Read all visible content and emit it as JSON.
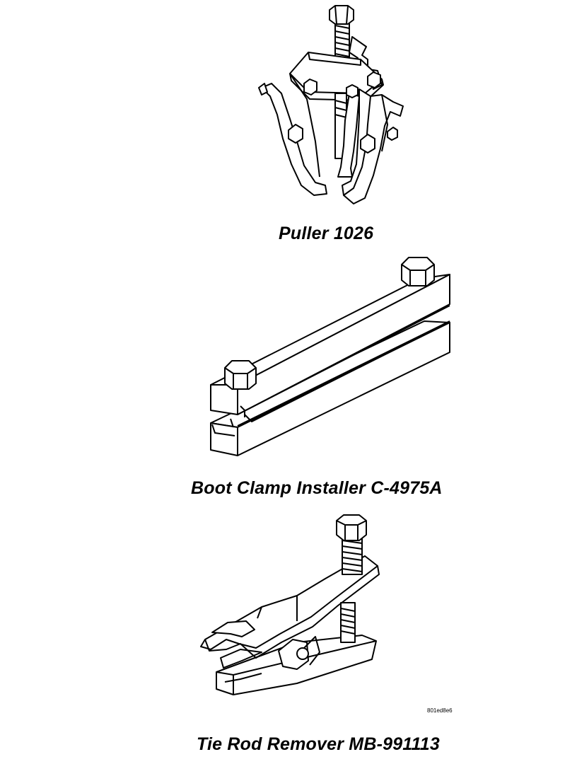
{
  "figures": [
    {
      "caption": "Puller 1026",
      "icon": "three-jaw-puller-icon"
    },
    {
      "caption": "Boot Clamp Installer C-4975A",
      "icon": "boot-clamp-installer-icon"
    },
    {
      "caption": "Tie Rod Remover MB-991113",
      "icon": "tie-rod-remover-icon"
    }
  ],
  "figure_code": "801ed8e6"
}
